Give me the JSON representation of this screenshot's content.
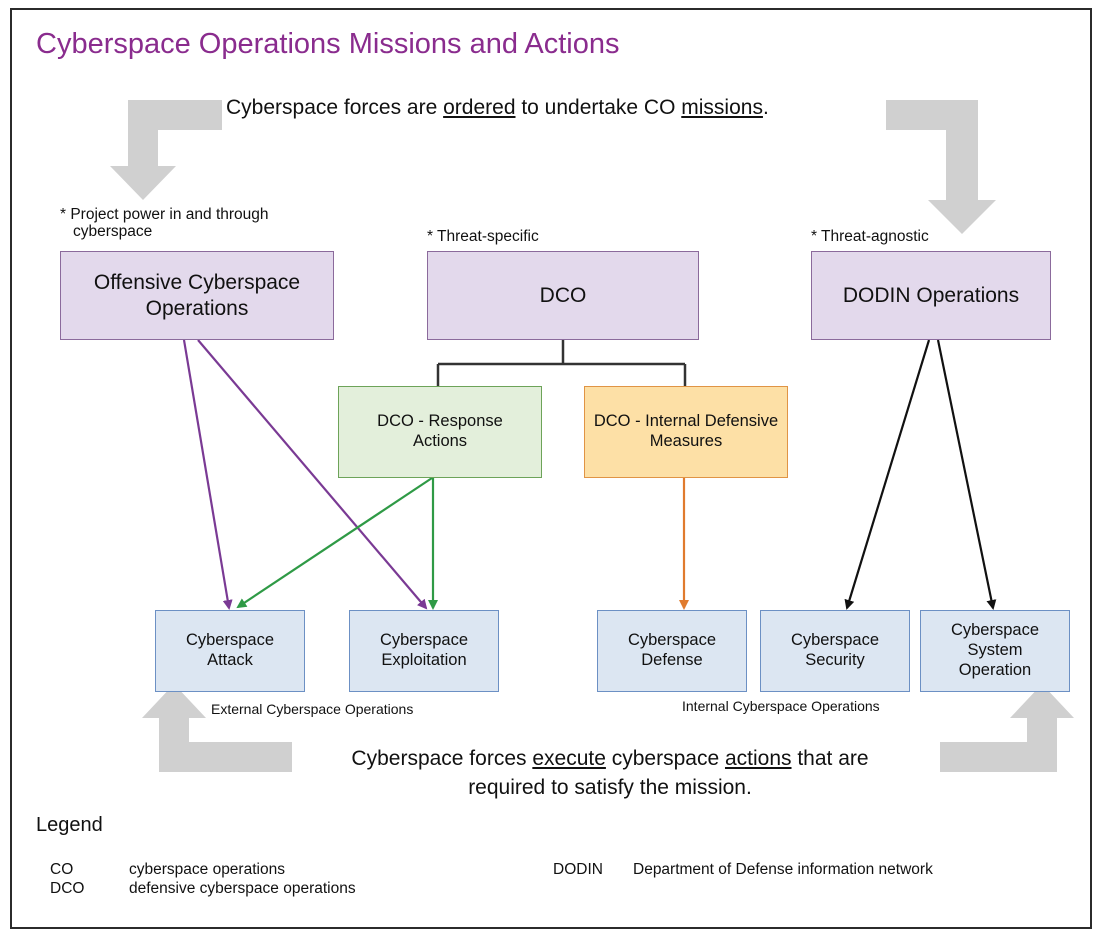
{
  "title": "Cyberspace Operations Missions and Actions",
  "top_banner": {
    "pre": "Cyberspace forces are ",
    "ordered": "ordered",
    "mid": " to undertake CO ",
    "missions": "missions",
    "post": "."
  },
  "notes": {
    "offensive_line1": "* Project power in and through",
    "offensive_line2": "cyberspace",
    "dco": "* Threat-specific",
    "dodin": "* Threat-agnostic"
  },
  "missions": {
    "offensive": "Offensive Cyberspace Operations",
    "dco": "DCO",
    "dodin": "DODIN Operations"
  },
  "dco_subs": {
    "response": "DCO - Response Actions",
    "internal": "DCO - Internal Defensive Measures"
  },
  "actions": {
    "attack": "Cyberspace Attack",
    "exploitation": "Cyberspace Exploitation",
    "defense": "Cyberspace Defense",
    "security": "Cyberspace Security",
    "system_operation": "Cyberspace System Operation"
  },
  "group_labels": {
    "external": "External Cyberspace Operations",
    "internal": "Internal Cyberspace Operations"
  },
  "bottom_banner": {
    "pre": "Cyberspace forces ",
    "execute": "execute",
    "mid": " cyberspace ",
    "actions": "actions",
    "post": " that are",
    "line2": "required to satisfy the mission."
  },
  "legend": {
    "title": "Legend",
    "items": [
      {
        "abbr": "CO",
        "text": "cyberspace operations"
      },
      {
        "abbr": "DCO",
        "text": "defensive cyberspace operations"
      },
      {
        "abbr": "DODIN",
        "text": "Department of Defense information network"
      }
    ]
  },
  "colors": {
    "title": "#8a2c8e",
    "offensive_arrows": "#7a3a94",
    "response_arrows": "#2f9a46",
    "internal_arrow": "#e07b2e",
    "dodin_arrows": "#111111",
    "banner_arrows": "#d0d0d0"
  }
}
